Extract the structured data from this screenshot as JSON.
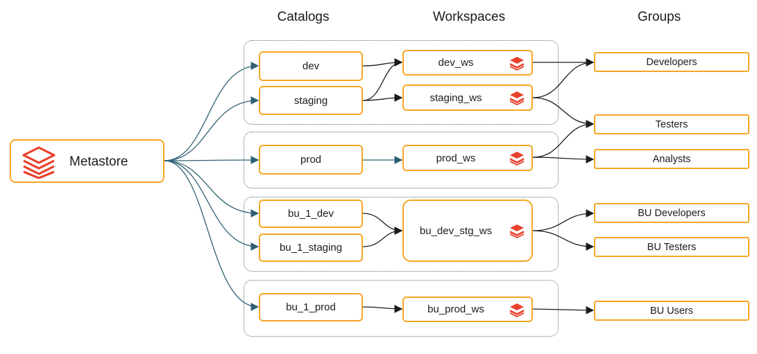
{
  "headers": {
    "catalogs": "Catalogs",
    "workspaces": "Workspaces",
    "groups": "Groups"
  },
  "metastore": {
    "label": "Metastore",
    "icon": "databricks-stack-icon"
  },
  "catalogs": {
    "dev": "dev",
    "staging": "staging",
    "prod": "prod",
    "bu_1_dev": "bu_1_dev",
    "bu_1_staging": "bu_1_staging",
    "bu_1_prod": "bu_1_prod"
  },
  "workspaces": {
    "dev_ws": "dev_ws",
    "staging_ws": "staging_ws",
    "prod_ws": "prod_ws",
    "bu_dev_stg_ws": "bu_dev_stg_ws",
    "bu_prod_ws": "bu_prod_ws"
  },
  "groups": {
    "developers": "Developers",
    "testers": "Testers",
    "analysts": "Analysts",
    "bu_developers": "BU Developers",
    "bu_testers": "BU Testers",
    "bu_users": "BU Users"
  },
  "colors": {
    "node_border": "#f5a623",
    "icon": "#e8412b",
    "metastore_edge": "#2f5f73",
    "edge": "#1b1b1b"
  }
}
